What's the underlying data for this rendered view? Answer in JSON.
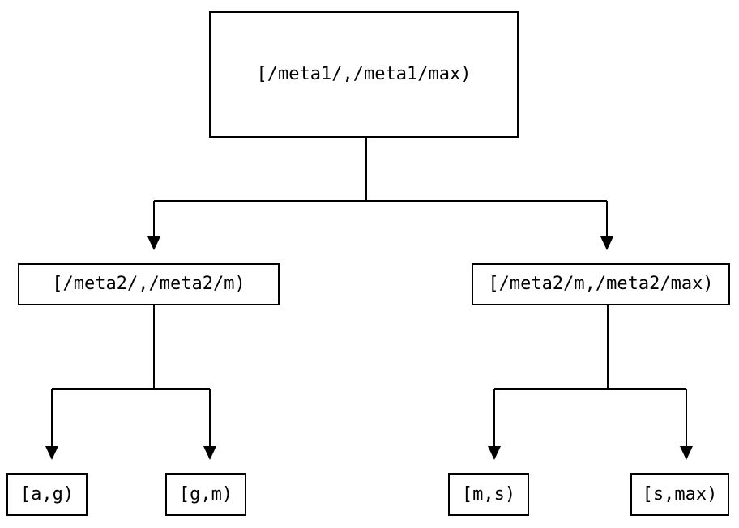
{
  "diagram": {
    "background_color": "#ffffff",
    "line_color": "#000000",
    "root": {
      "label": "[/meta1/,/meta1/max)"
    },
    "level2": [
      {
        "label": "[/meta2/,/meta2/m)"
      },
      {
        "label": "[/meta2/m,/meta2/max)"
      }
    ],
    "leaves": [
      {
        "label": "[a,g)"
      },
      {
        "label": "[g,m)"
      },
      {
        "label": "[m,s)"
      },
      {
        "label": "[s,max)"
      }
    ]
  }
}
